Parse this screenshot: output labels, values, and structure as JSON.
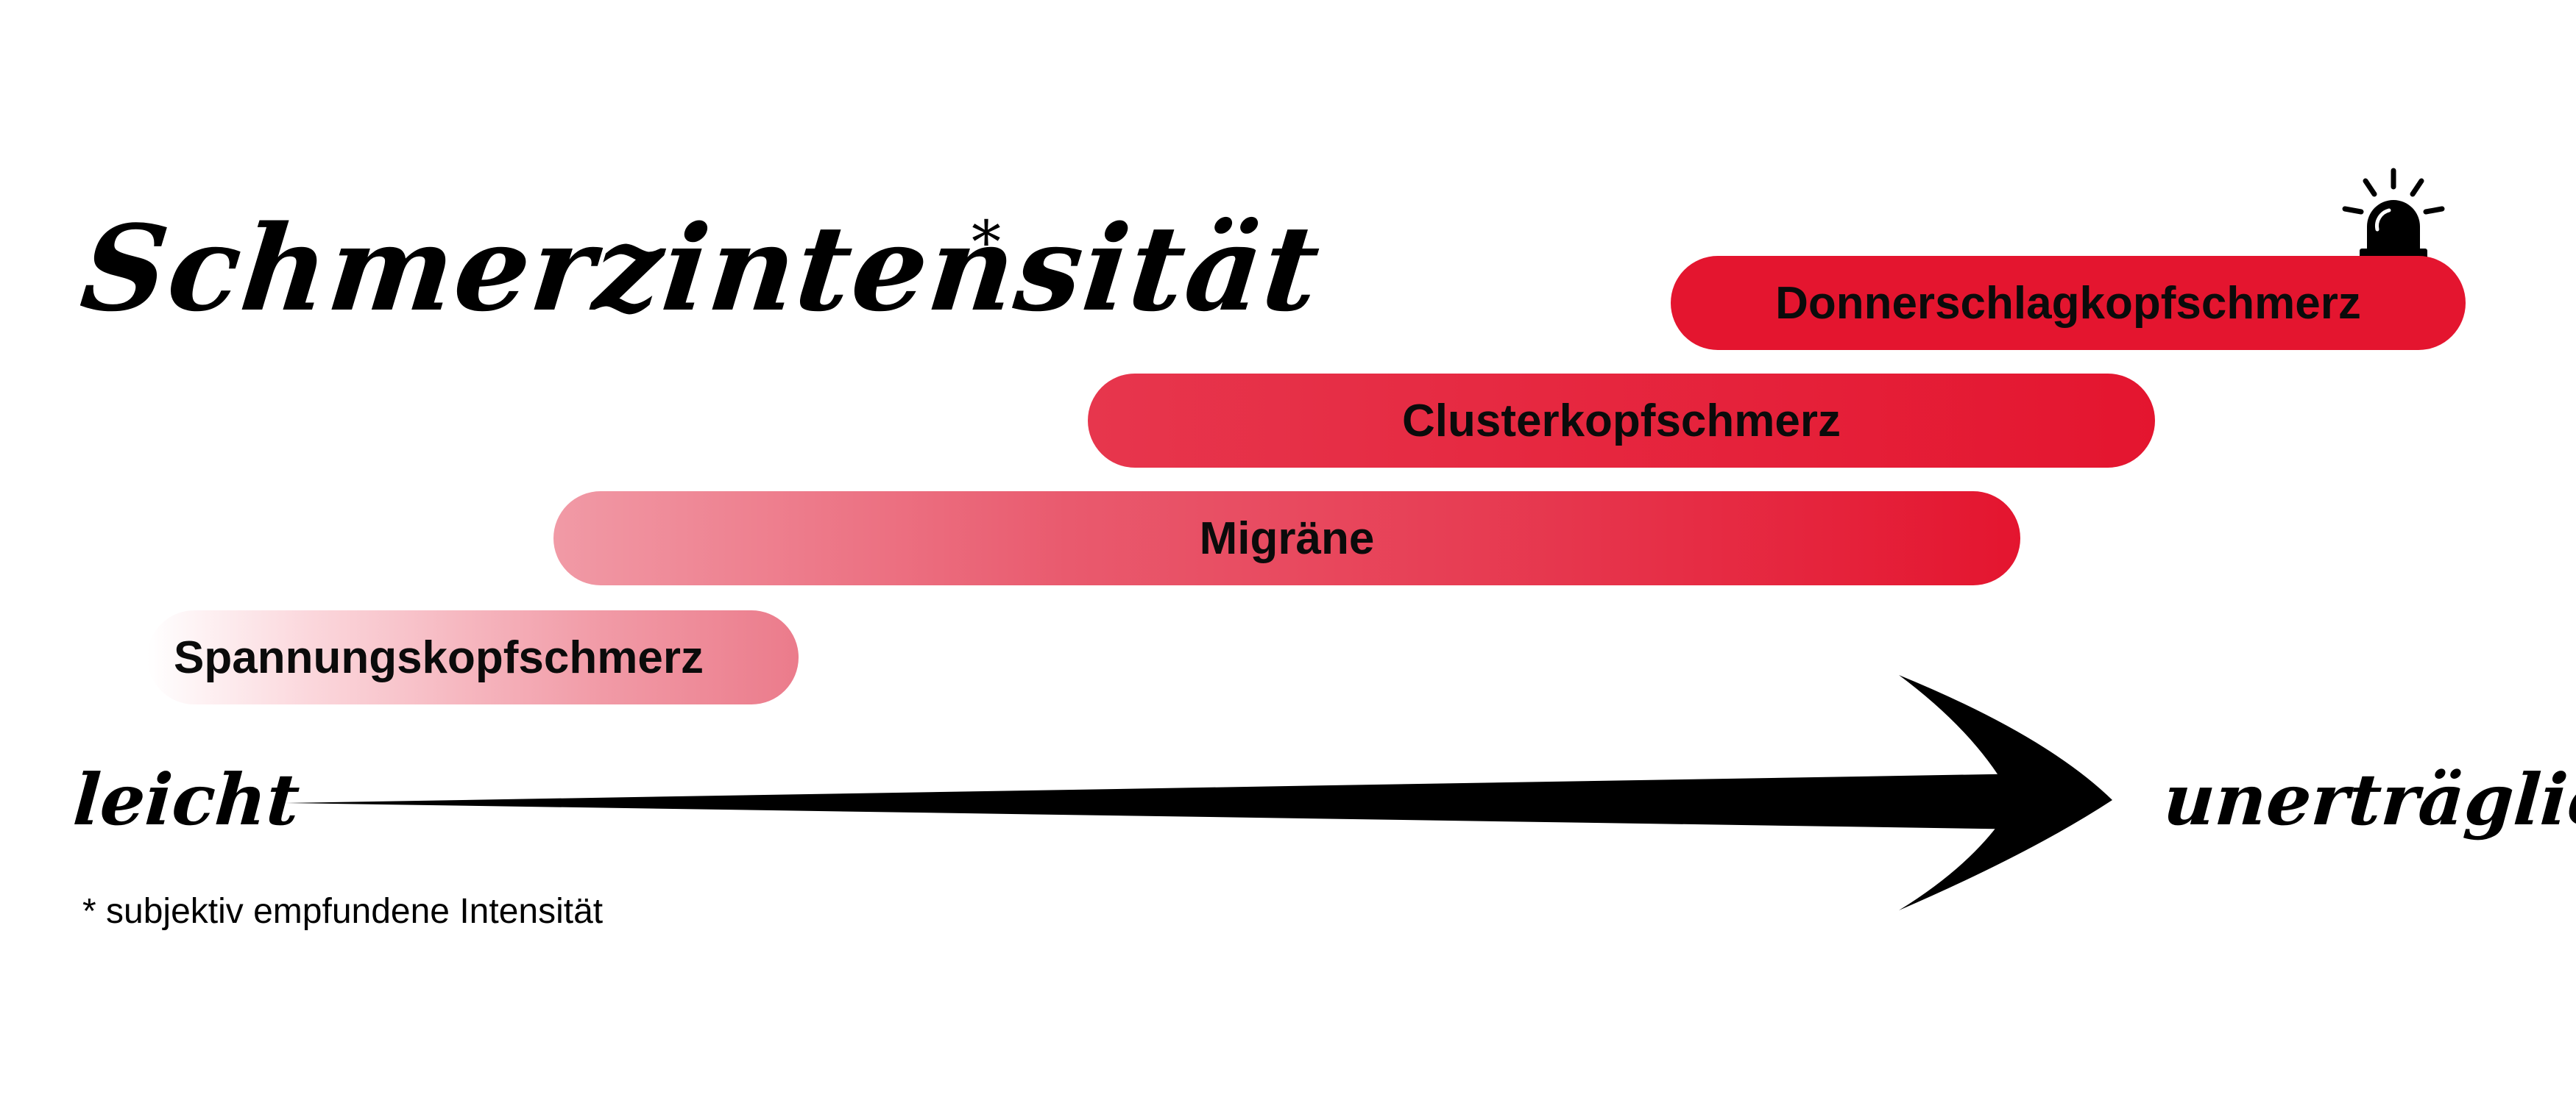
{
  "title": "Schmerzintensität",
  "title_marker": "*",
  "bars": {
    "donner": "Donnerschlagkopfschmerz",
    "cluster": "Clusterkopfschmerz",
    "migraene": "Migräne",
    "spannung": "Spannungskopfschmerz"
  },
  "axis": {
    "low_label": "leicht",
    "high_label": "unerträglich"
  },
  "footnote": "* subjektiv empfundene Intensität",
  "icons": {
    "alarm": "alarm-light-icon",
    "arrow": "intensity-arrow"
  },
  "colors": {
    "accent_red": "#e4152f",
    "light_pink": "#f19aa6",
    "text": "#0b0b0b"
  }
}
